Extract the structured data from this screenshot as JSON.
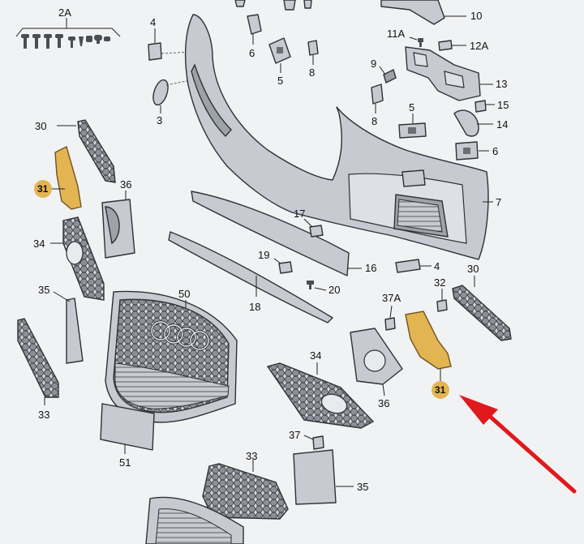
{
  "diagram": {
    "callouts": {
      "c2A": "2A",
      "c4": "4",
      "c3": "3",
      "c6a": "6",
      "c5a": "5",
      "c8a": "8",
      "c10": "10",
      "c11A": "11A",
      "c12A": "12A",
      "c9": "9",
      "c13": "13",
      "c8b": "8",
      "c5b": "5",
      "c15": "15",
      "c14": "14",
      "c6b": "6",
      "c7": "7",
      "c30a": "30",
      "c31a": "31",
      "c36a": "36",
      "c17": "17",
      "c34a": "34",
      "c19": "19",
      "c16": "16",
      "c4b": "4",
      "c30b": "30",
      "c32": "32",
      "c20": "20",
      "c35a": "35",
      "c50": "50",
      "c18": "18",
      "c37A": "37A",
      "c34b": "34",
      "c33a": "33",
      "c36b": "36",
      "c31b": "31",
      "c51": "51",
      "c37": "37",
      "c33b": "33",
      "c35b": "35"
    },
    "highlight_color": "#e3b552",
    "arrow_color": "#e0191c",
    "arrow_icon": "red-pointer-arrow"
  }
}
